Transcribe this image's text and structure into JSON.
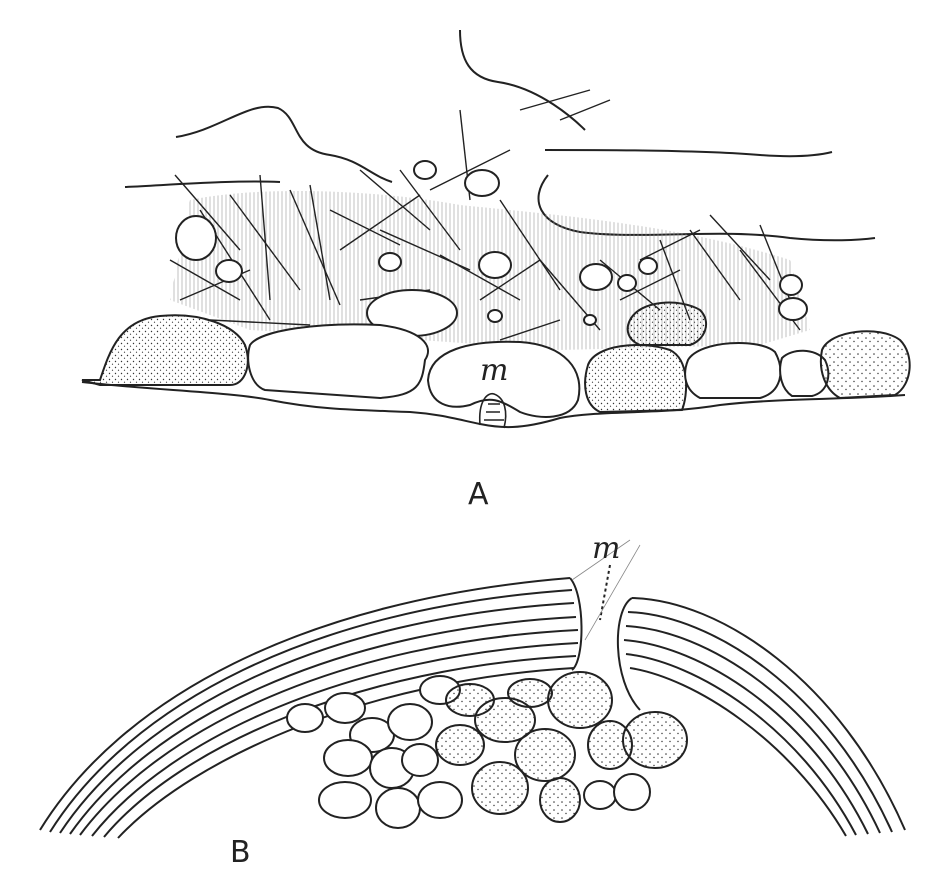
{
  "figure": {
    "panel_a_label": "A",
    "panel_b_label": "B",
    "marker_a": "m",
    "marker_b": "m"
  },
  "colors": {
    "ink": "#222222",
    "paper": "#ffffff"
  }
}
